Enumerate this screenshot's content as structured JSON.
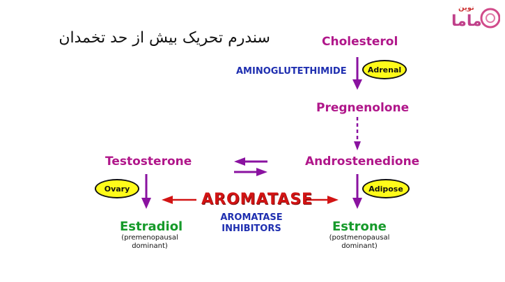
{
  "title": "سندرم تحریک بیش از حد تخمدان",
  "logo": {
    "small": "نوین",
    "large": "ماما"
  },
  "nodes": {
    "cholesterol": "Cholesterol",
    "pregnenolone": "Pregnenolone",
    "androstenedione": "Androstenedione",
    "testosterone": "Testosterone",
    "estradiol": "Estradiol",
    "estradiol_note": [
      "(premenopausal",
      "dominant)"
    ],
    "estrone": "Estrone",
    "estrone_note": [
      "(postmenopausal",
      "dominant)"
    ]
  },
  "labels": {
    "aminoglutethimide": "AMINOGLUTETHIMIDE",
    "aromatase": "AROMATASE",
    "inhibitors": [
      "AROMATASE",
      "INHIBITORS"
    ]
  },
  "badges": {
    "adrenal": "Adrenal",
    "ovary": "Ovary",
    "adipose": "Adipose"
  },
  "colors": {
    "magenta": "#b0168a",
    "green": "#169a2a",
    "blue": "#1f2fb0",
    "red": "#d21414",
    "badge": "#fffb1a"
  }
}
